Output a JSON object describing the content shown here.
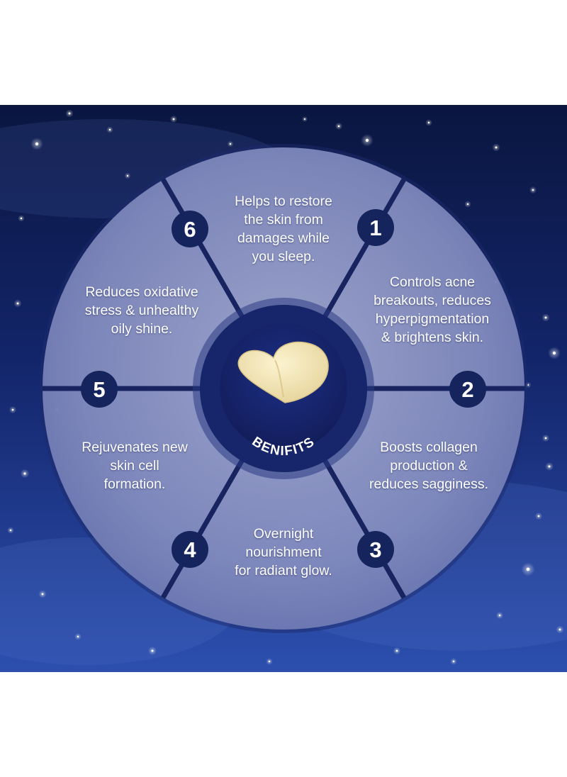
{
  "center_label": "BENIFITS",
  "benefits": [
    {
      "number": "1",
      "text": "Controls acne\nbreakouts, reduces\nhyperpigmentation\n& brightens skin."
    },
    {
      "number": "2",
      "text": "Boosts collagen\nproduction &\nreduces sagginess."
    },
    {
      "number": "3",
      "text": "Overnight\nnourishment\nfor radiant glow."
    },
    {
      "number": "4",
      "text": "Rejuvenates new\nskin cell\nformation."
    },
    {
      "number": "5",
      "text": "Reduces oxidative\nstress & unhealthy\noily shine."
    },
    {
      "number": "6",
      "text": "Helps to restore\nthe skin from\ndamages while\nyou sleep."
    }
  ],
  "colors": {
    "page_background": "#ffffff",
    "sky_top": "#0c1a4f",
    "sky_bottom": "#2a4ca8",
    "wheel_fill": "#8c95c4",
    "dividers": "#17245f",
    "number_badge": "#16245e",
    "heart_cream": "#f1e6b8"
  }
}
